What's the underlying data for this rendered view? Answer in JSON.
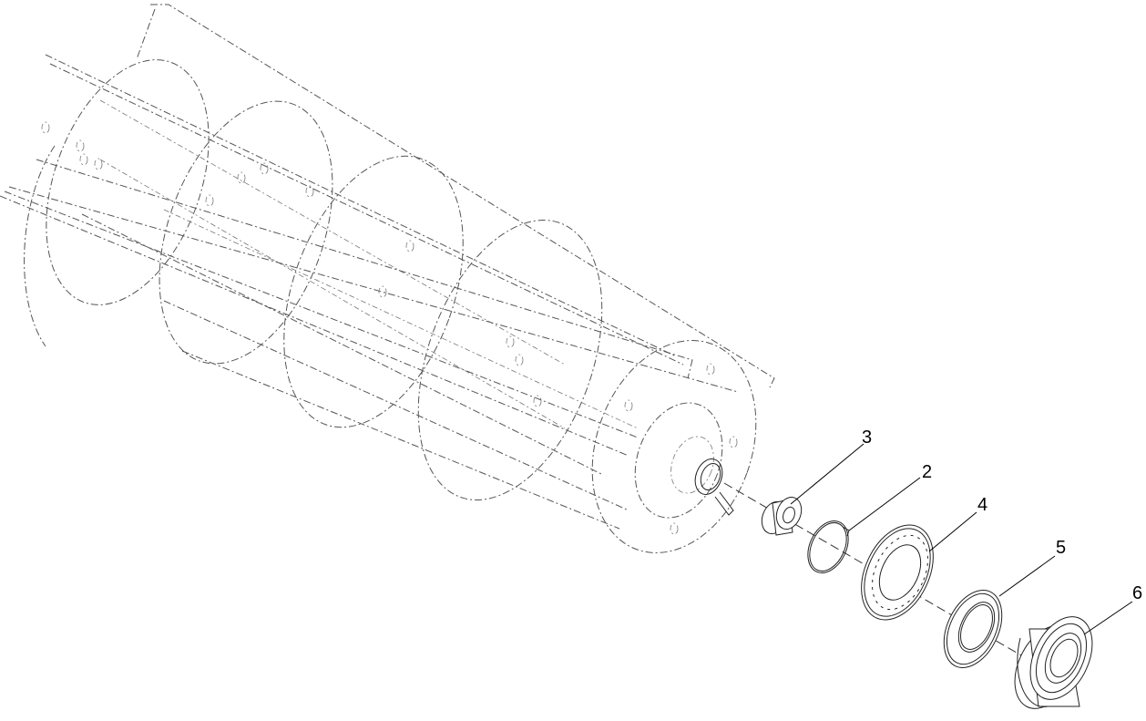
{
  "diagram": {
    "type": "exploded-parts-view",
    "subject": "Reel assembly with bearing stack",
    "callouts": [
      {
        "id": "3",
        "label": "3",
        "part": "spacer"
      },
      {
        "id": "2",
        "label": "2",
        "part": "retaining-ring"
      },
      {
        "id": "4",
        "label": "4",
        "part": "thrust-washer"
      },
      {
        "id": "5",
        "label": "5",
        "part": "seal"
      },
      {
        "id": "6",
        "label": "6",
        "part": "bearing"
      }
    ],
    "colors": {
      "line": "#000000",
      "ghost": "#555555",
      "background": "#ffffff"
    }
  }
}
